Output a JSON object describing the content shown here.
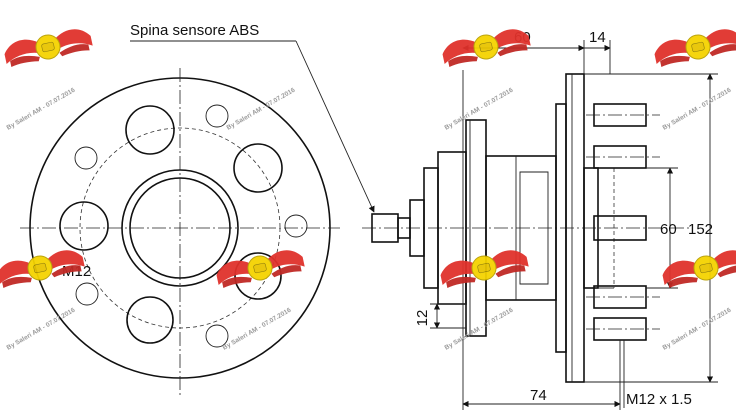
{
  "annotations": {
    "abs_sensor_label": "Spina sensore ABS",
    "thread_front": "M12",
    "thread_spec": "M12 x 1.5"
  },
  "dimensions": {
    "flange_depth": "60",
    "flange_thickness": "14",
    "pcd": "60",
    "outer_diameter": "152",
    "step": "12",
    "total_length": "74"
  },
  "watermark": {
    "text": "By Saleri AM - 07.07.2016",
    "colors": {
      "wing": "#e0322c",
      "badge": "#f5d300"
    }
  }
}
